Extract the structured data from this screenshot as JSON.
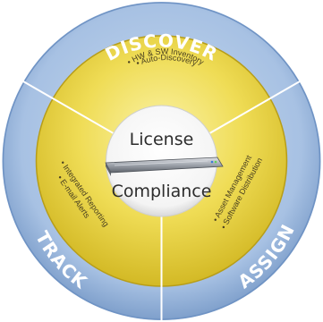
{
  "center": {
    "line1": "License",
    "line2": "Compliance",
    "server_icon": "server-rack-icon"
  },
  "stages": {
    "discover": {
      "label": "DISCOVER",
      "items": [
        "• Auto-Discovery",
        "• HW & SW Inventory"
      ]
    },
    "assign": {
      "label": "ASSIGN",
      "items": [
        "• Asset Management",
        "• Software Distribution"
      ]
    },
    "track": {
      "label": "TRACK",
      "items": [
        "• Integrated Reporting",
        "• E-mail Alerts"
      ]
    }
  },
  "colors": {
    "outer_ring": "#aec7e6",
    "outer_ring_dark": "#7fa2cf",
    "segment_yellow": "#f2e160",
    "segment_yellow_dark": "#d9c12b",
    "center_bg": "#ffffff",
    "divider": "#ffffff"
  }
}
